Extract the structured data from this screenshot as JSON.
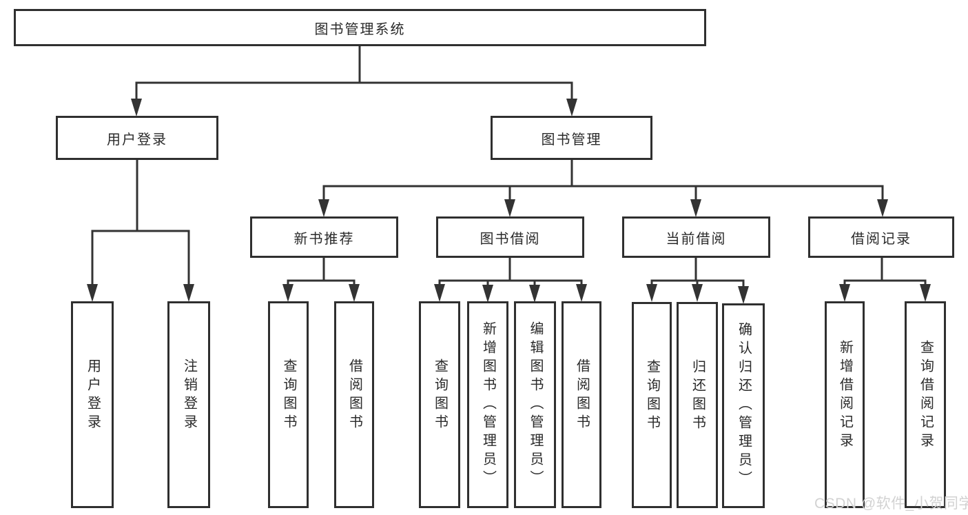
{
  "colors": {
    "background": "#ffffff",
    "line": "#333333",
    "box_border": "#2f2f2f",
    "text": "#2a2a2a",
    "watermark": "#d2d2d2"
  },
  "watermark": {
    "text": "CSDN @软件_小贺同学"
  },
  "tree": {
    "root": {
      "label": "图书管理系统",
      "children": [
        {
          "label": "用户登录",
          "children": [
            {
              "label": "用户登录"
            },
            {
              "label": "注销登录"
            }
          ]
        },
        {
          "label": "图书管理",
          "children": [
            {
              "label": "新书推荐",
              "children": [
                {
                  "label": "查询图书"
                },
                {
                  "label": "借阅图书"
                }
              ]
            },
            {
              "label": "图书借阅",
              "children": [
                {
                  "label": "查询图书"
                },
                {
                  "label": "新增图书（管理员）"
                },
                {
                  "label": "编辑图书（管理员）"
                },
                {
                  "label": "借阅图书"
                }
              ]
            },
            {
              "label": "当前借阅",
              "children": [
                {
                  "label": "查询图书"
                },
                {
                  "label": "归还图书"
                },
                {
                  "label": "确认归还（管理员）"
                }
              ]
            },
            {
              "label": "借阅记录",
              "children": [
                {
                  "label": "新增借阅记录"
                },
                {
                  "label": "查询借阅记录"
                }
              ]
            }
          ]
        }
      ]
    }
  }
}
